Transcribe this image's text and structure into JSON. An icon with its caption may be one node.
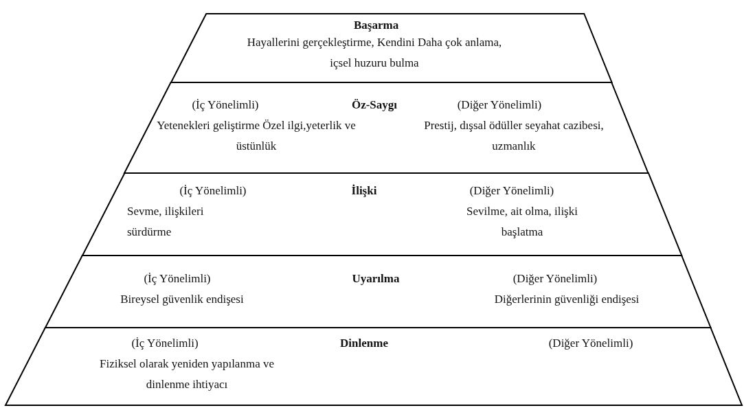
{
  "diagram": {
    "nodes": [
      {
        "text": [
          "Başarma",
          "Hayallerini gerçekleştirme, Kendini Daha çok anlama, içsel huzuru bulma"
        ]
      },
      {
        "text": [
          "(İç Yönelimli)",
          "Öz-Saygı",
          "(Diğer Yönelimli)",
          "Yetenekleri geliştirme Özel ilgi,yeterlik ve üstünlük",
          "Prestij, dışsal ödüller seyahat cazibesi, uzmanlık"
        ]
      },
      {
        "text": [
          "(İç Yönelimli)",
          "İlişki",
          "(Diğer Yönelimli)",
          "Sevme, ilişkileri sürdürme",
          "Sevilme, ait olma, ilişki başlatma"
        ]
      },
      {
        "text": [
          "(İç Yönelimli)",
          "Uyarılma",
          "(Diğer Yönelimli)",
          "Bireysel güvenlik endişesi",
          "Diğerlerinin güvenliği endişesi"
        ]
      },
      {
        "text": [
          "(İç Yönelimli)",
          "Dinlenme",
          "(Diğer Yönelimli)",
          "Fiziksel olarak yeniden yapılanma ve dinlenme ihtiyacı"
        ]
      }
    ],
    "edges": []
  }
}
